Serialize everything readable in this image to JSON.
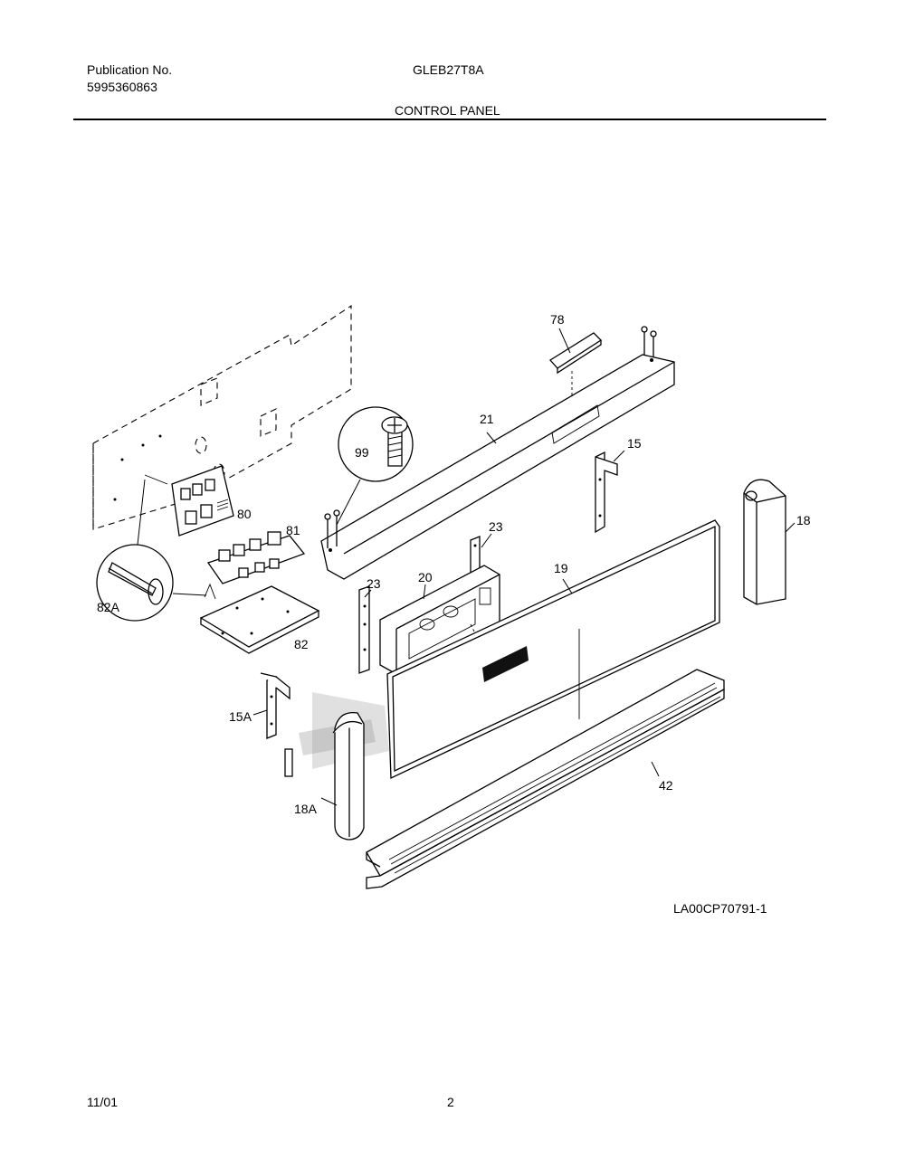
{
  "header": {
    "publication_label": "Publication No.",
    "publication_number": "5995360863",
    "model": "GLEB27T8A",
    "section_title": "CONTROL PANEL"
  },
  "diagram": {
    "drawing_id": "LA00CP70791-1",
    "callouts": {
      "p78": "78",
      "p21": "21",
      "p99": "99",
      "p15": "15",
      "p80": "80",
      "p81": "81",
      "p23a": "23",
      "p23b": "23",
      "p20": "20",
      "p19": "19",
      "p18": "18",
      "p82A": "82A",
      "p82": "82",
      "p15A": "15A",
      "p18A": "18A",
      "p42": "42"
    }
  },
  "footer": {
    "date": "11/01",
    "page": "2"
  }
}
